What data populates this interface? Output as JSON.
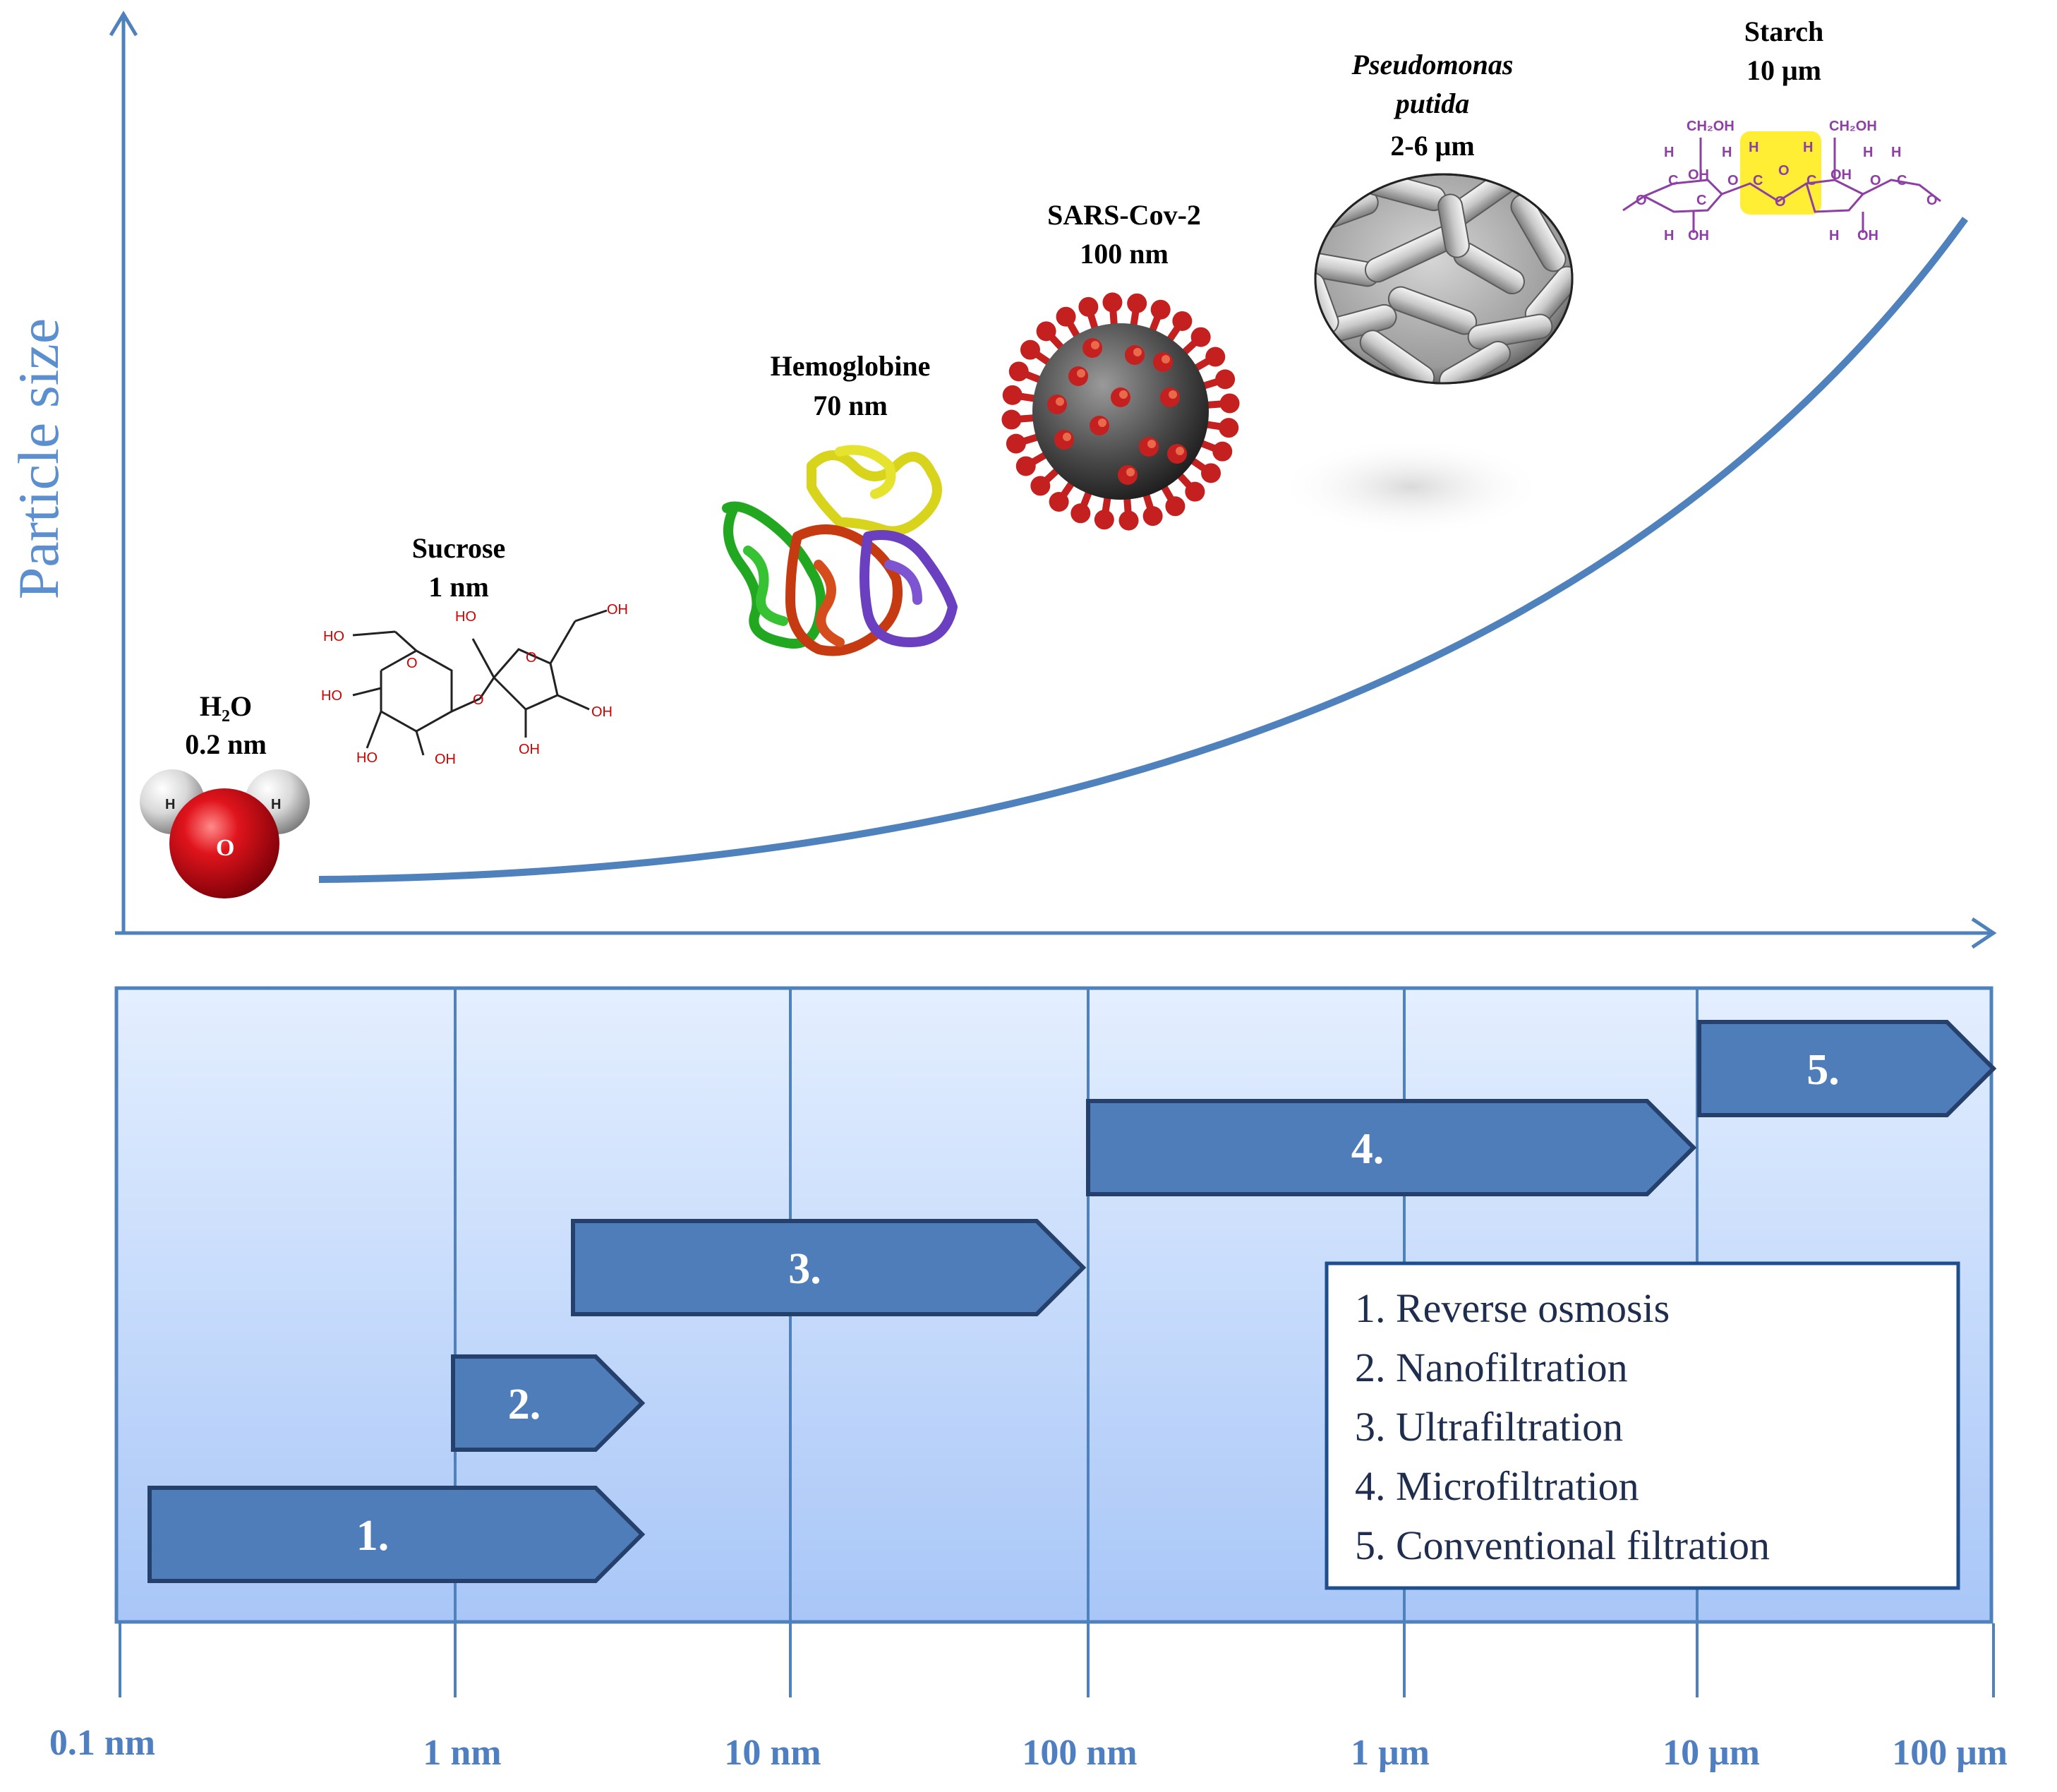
{
  "y_axis_label": "Particle size",
  "particles": [
    {
      "name": "H₂O",
      "size": "0.2 nm"
    },
    {
      "name": "Sucrose",
      "size": "1 nm"
    },
    {
      "name": "Hemoglobine",
      "size": "70 nm"
    },
    {
      "name": "SARS-Cov-2",
      "size": "100 nm"
    },
    {
      "name_line1": "Pseudomonas",
      "name_line2": "putida",
      "size": "2-6 μm"
    },
    {
      "name": "Starch",
      "size": "10 μm"
    }
  ],
  "scale_ticks": [
    "0.1 nm",
    "1 nm",
    "10  nm",
    "100  nm",
    "1 μm",
    "10 μm",
    "100 μm"
  ],
  "processes": [
    {
      "label": "1.",
      "from_nm": 0.11,
      "to_nm": 3
    },
    {
      "label": "2.",
      "from_nm": 1,
      "to_nm": 3
    },
    {
      "label": "3.",
      "from_nm": 2,
      "to_nm": 90
    },
    {
      "label": "4.",
      "from_nm": 100,
      "to_nm": 10000
    },
    {
      "label": "5.",
      "from_nm": 10000,
      "to_nm": 100000
    }
  ],
  "legend": [
    "1. Reverse  osmosis",
    "2. Nanofiltration",
    "3. Ultrafiltration",
    "4. Microfiltration",
    "5. Conventional filtration"
  ],
  "molecule_atoms": {
    "hydrogen": "H",
    "oxygen": "O",
    "hydroxyl": "HO",
    "hydroxyl_r": "OH",
    "ring_o": "O",
    "ch2oh": "CH₂OH",
    "carbon": "C"
  },
  "colors": {
    "axis": "#4f81bd",
    "arrow_fill": "#4f7dba",
    "arrow_stroke": "#24406b",
    "panel_top": "#e4efff",
    "panel_bottom": "#a8c6f7",
    "legend_text": "#1f2d4e",
    "water_oxygen": "#d0101a",
    "virus_spike": "#c42020",
    "starch": "#8e3fa5",
    "starch_highlight": "#ffee33"
  }
}
